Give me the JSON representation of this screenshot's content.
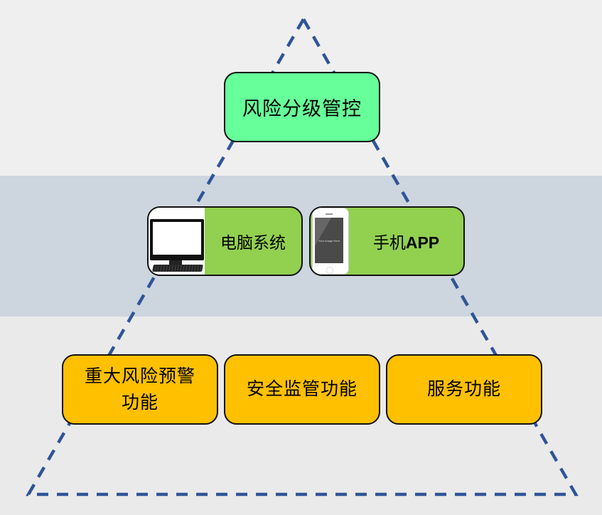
{
  "diagram": {
    "title": "风险分级管控系统架构",
    "colors": {
      "top_box": "#66ff99",
      "middle_box": "#92d050",
      "bottom_box": "#ffc000",
      "triangle_stroke": "#2f5597",
      "middle_band": "#cdd5df",
      "background": "#ececec"
    },
    "top": {
      "label": "风险分级管控"
    },
    "middle": [
      {
        "icon": "computer-icon",
        "label": "电脑系统"
      },
      {
        "icon": "smartphone-icon",
        "label_cn": "手机",
        "label_latin": "APP",
        "placeholder": "Your Image Here"
      }
    ],
    "bottom": [
      {
        "label_line1": "重大风险预警",
        "label_line2": "功能"
      },
      {
        "label": "安全监管功能"
      },
      {
        "label": "服务功能"
      }
    ]
  }
}
